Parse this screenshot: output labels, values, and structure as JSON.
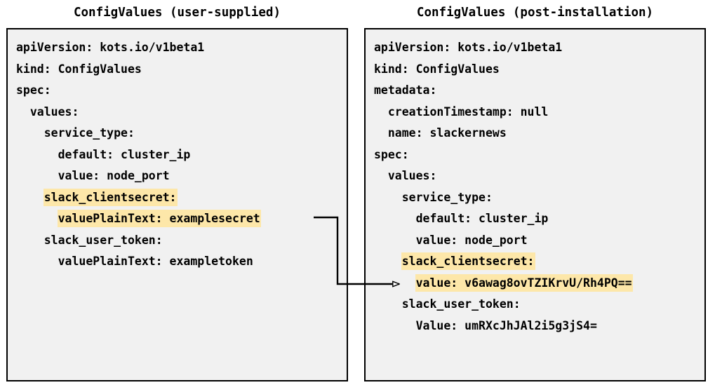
{
  "diagram": {
    "type": "comparison-diagram",
    "background": "#ffffff",
    "panel_background": "#f1f1f1",
    "panel_border_color": "#000000",
    "highlight_color": "#fde7a9",
    "text_color": "#000000",
    "connector_color": "#000000"
  },
  "left": {
    "title": "ConfigValues (user-supplied)",
    "lines": [
      {
        "text": "apiVersion: kots.io/v1beta1",
        "highlight": false
      },
      {
        "text": "kind: ConfigValues",
        "highlight": false
      },
      {
        "text": "spec:",
        "highlight": false
      },
      {
        "text": "  values:",
        "highlight": false
      },
      {
        "text": "    service_type:",
        "highlight": false
      },
      {
        "text": "      default: cluster_ip",
        "highlight": false
      },
      {
        "text": "      value: node_port",
        "highlight": false
      },
      {
        "text": "    slack_clientsecret:",
        "highlight": true
      },
      {
        "text": "      valuePlainText: examplesecret",
        "highlight": true
      },
      {
        "text": "    slack_user_token:",
        "highlight": false
      },
      {
        "text": "      valuePlainText: exampletoken",
        "highlight": false
      }
    ]
  },
  "right": {
    "title": "ConfigValues (post-installation)",
    "lines": [
      {
        "text": "apiVersion: kots.io/v1beta1",
        "highlight": false
      },
      {
        "text": "kind: ConfigValues",
        "highlight": false
      },
      {
        "text": "metadata:",
        "highlight": false
      },
      {
        "text": "  creationTimestamp: null",
        "highlight": false
      },
      {
        "text": "  name: slackernews",
        "highlight": false
      },
      {
        "text": "spec:",
        "highlight": false
      },
      {
        "text": "  values:",
        "highlight": false
      },
      {
        "text": "    service_type:",
        "highlight": false
      },
      {
        "text": "      default: cluster_ip",
        "highlight": false
      },
      {
        "text": "      value: node_port",
        "highlight": false
      },
      {
        "text": "    slack_clientsecret:",
        "highlight": true
      },
      {
        "text": "      value: v6awag8ovTZIKrvU/Rh4PQ==",
        "highlight": true
      },
      {
        "text": "    slack_user_token:",
        "highlight": false
      },
      {
        "text": "      Value: umRXcJhJAl2i5g3jS4=",
        "highlight": false
      }
    ]
  },
  "connector": {
    "label": "",
    "from": "left.lines.8",
    "to": "right.lines.11"
  }
}
